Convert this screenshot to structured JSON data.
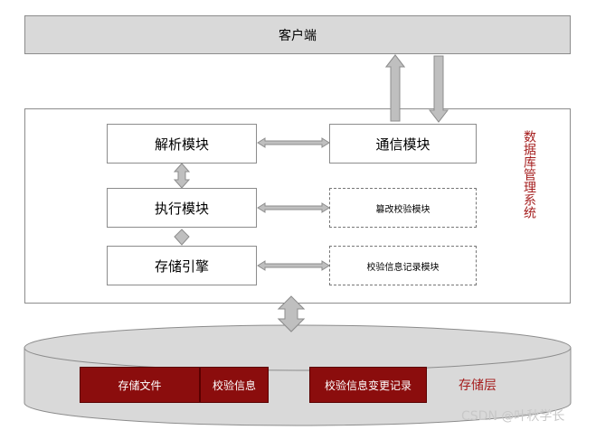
{
  "client": {
    "label": "客户端"
  },
  "dbms": {
    "label": "数据库管理系统",
    "modules": {
      "parse": "解析模块",
      "comm": "通信模块",
      "exec": "执行模块",
      "tamper": "篡改校验模块",
      "storage_engine": "存储引擎",
      "verify_log": "校验信息记录模块"
    }
  },
  "storage_layer": {
    "label": "存储层",
    "items": [
      "存储文件",
      "校验信息",
      "校验信息变更记录"
    ]
  },
  "watermark": "CSDN @叶秋学长",
  "colors": {
    "accent_red": "#8b0d0d",
    "label_red": "#a51e1e",
    "arrow_gray": "#bfbfbf",
    "client_fill": "#d9d9d9"
  }
}
